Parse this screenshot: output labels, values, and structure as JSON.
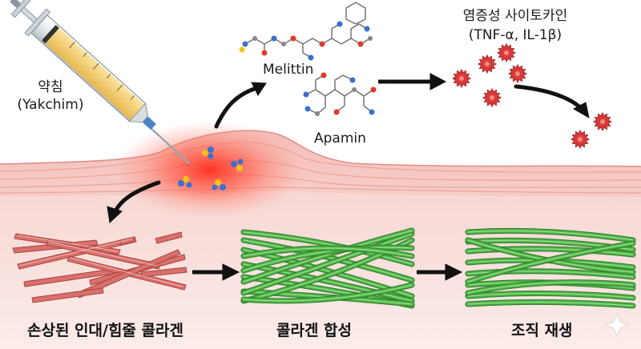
{
  "syringe": {
    "label_line1": "약침",
    "label_line2": "(Yakchim)"
  },
  "molecules": {
    "melittin": "Melittin",
    "apamin": "Apamin"
  },
  "cytokines": {
    "label_line1": "염증성 사이토카인",
    "label_line2": "(TNF-α, IL-1β)"
  },
  "stages": {
    "damaged": "손상된 인대/힘줄 콜라겐",
    "synthesis": "콜라겐 합성",
    "regeneration": "조직 재생"
  },
  "colors": {
    "damaged_fiber": "#d9706b",
    "new_fiber": "#4eb347",
    "cytokine": "#d93a3a",
    "inflammation": "#ff4a3a",
    "liquid": "#f2c75a",
    "arrow": "#111111"
  }
}
